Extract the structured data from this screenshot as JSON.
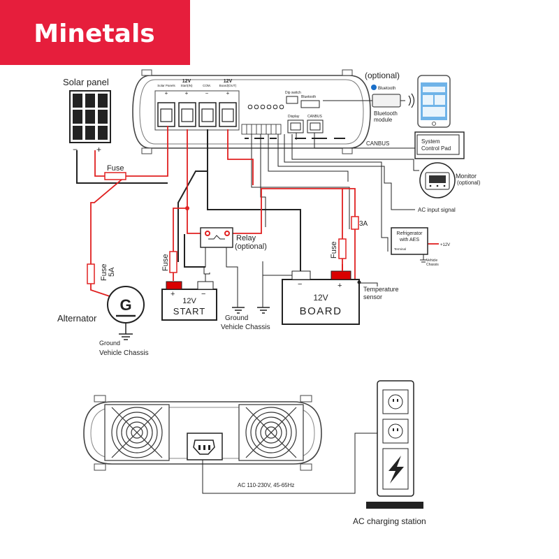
{
  "logo": {
    "text": "Minetals",
    "bg_color": "#e61e3c"
  },
  "colors": {
    "red_wire": "#e02020",
    "black_wire": "#222222",
    "terminal_red": "#d90000"
  },
  "labels": {
    "solar_panel": "Solar panel",
    "fuse": "Fuse",
    "fuse_5a_a": "Fuse",
    "fuse_5a_b": "5A",
    "alternator": "Alternator",
    "alt_g": "G",
    "ground_1": "Ground",
    "vehicle_chassis_1": "Vehicle Chassis",
    "ground_2": "Ground",
    "vehicle_chassis_2": "Vehicle Chassis",
    "relay": "Relay",
    "relay_optional": "(optional)",
    "start_voltage": "12V",
    "start_name": "START",
    "board_voltage": "12V",
    "board_name": "BOARD",
    "fuse_3a": "3A",
    "temp_sensor_a": "Temperature",
    "temp_sensor_b": "sensor",
    "ac_input_signal": "AC input signal",
    "canbus": "CANBUS",
    "system_control_pad_a": "System",
    "system_control_pad_b": "Control Pad",
    "monitor_a": "Monitor",
    "monitor_b": "(optional)",
    "optional": "(optional)",
    "bluetooth_module_a": "Bluetooth",
    "bluetooth_module_b": "module",
    "fridge_a": "Refrigerator",
    "fridge_b": "with AES",
    "fridge_12v": "+12V",
    "fridge_terminal": "Terminal",
    "vehicle_chassis_small_a": "Vehicle",
    "vehicle_chassis_small_b": "Chassis",
    "ac_voltage": "AC 110-230V, 45-65Hz",
    "ac_charging_station": "AC charging station",
    "plus": "+",
    "minus": "−"
  },
  "device_labels": {
    "solar_panels": "Solar Panels",
    "v12_a": "12V",
    "start_in": "Start(IN)",
    "com": "COM.",
    "v12_b": "12V",
    "board_out": "Board(OUT)",
    "dip_switch": "Dip switch",
    "bluetooth": "Bluetooth",
    "display": "Display",
    "canbus": "CANBUS",
    "bluetooth_logo": "Bluetooth"
  }
}
